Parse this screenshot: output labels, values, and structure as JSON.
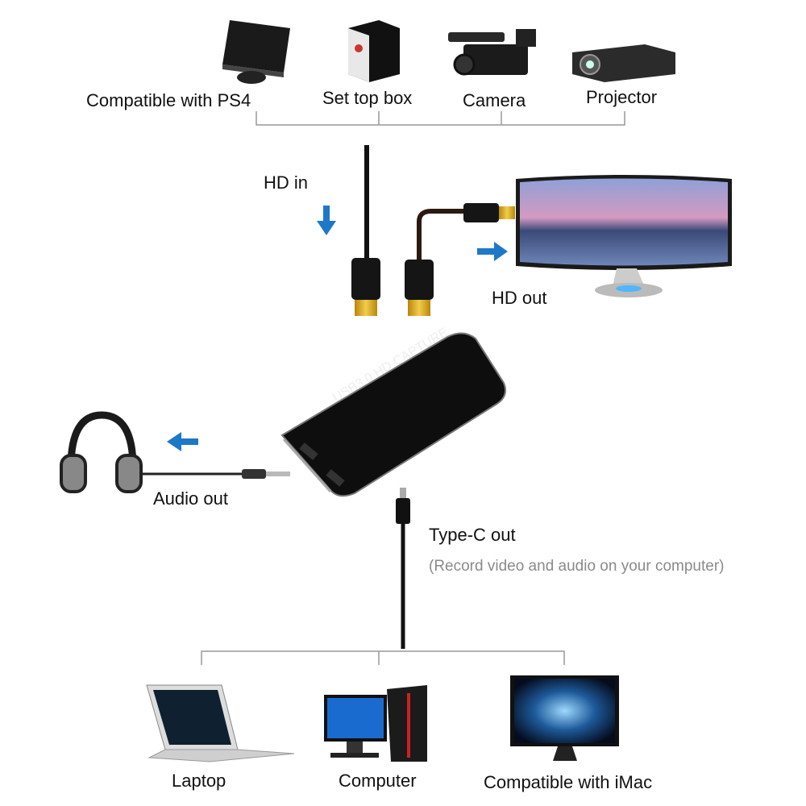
{
  "sources": [
    {
      "label": "Compatible with PS4",
      "icon": "game-console-icon"
    },
    {
      "label": "Set top box",
      "icon": "set-top-box-icon"
    },
    {
      "label": "Camera",
      "icon": "camcorder-icon"
    },
    {
      "label": "Projector",
      "icon": "projector-icon"
    }
  ],
  "hd_in": "HD in",
  "hd_out": "HD out",
  "device_label": "USB3.0 HD CAPTURE",
  "audio_out": "Audio out",
  "type_c_out": "Type-C out",
  "type_c_note": "(Record video and audio on your computer)",
  "targets": [
    {
      "label": "Laptop",
      "icon": "laptop-icon"
    },
    {
      "label": "Computer",
      "icon": "desktop-computer-icon"
    },
    {
      "label": "Compatible with iMac",
      "icon": "imac-icon"
    }
  ],
  "colors": {
    "arrow": "#1e78c8",
    "connector_gold": "#d9a520"
  }
}
